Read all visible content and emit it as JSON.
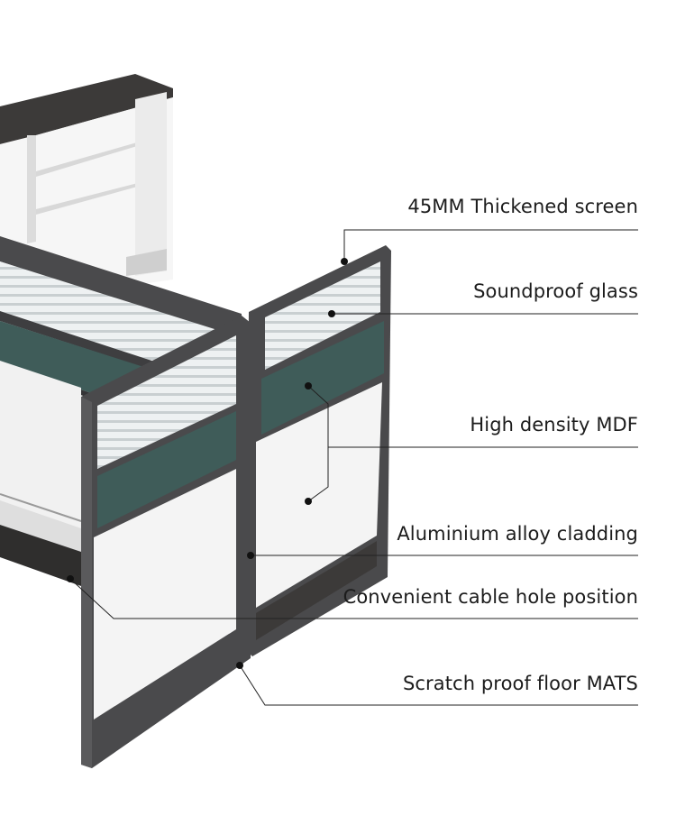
{
  "callouts": [
    {
      "id": "thickened-screen",
      "label": "45MM Thickened screen"
    },
    {
      "id": "soundproof-glass",
      "label": "Soundproof glass"
    },
    {
      "id": "high-density-mdf",
      "label": "High density MDF"
    },
    {
      "id": "aluminium-cladding",
      "label": "Aluminium alloy cladding"
    },
    {
      "id": "cable-hole",
      "label": "Convenient cable hole position"
    },
    {
      "id": "floor-mats",
      "label": "Scratch proof floor MATS"
    }
  ],
  "colors": {
    "frame": "#4a4a4c",
    "teal_panel": "#3f5c59",
    "white_panel": "#f4f4f4",
    "desk_top": "#3c3a39",
    "line": "#222222"
  }
}
